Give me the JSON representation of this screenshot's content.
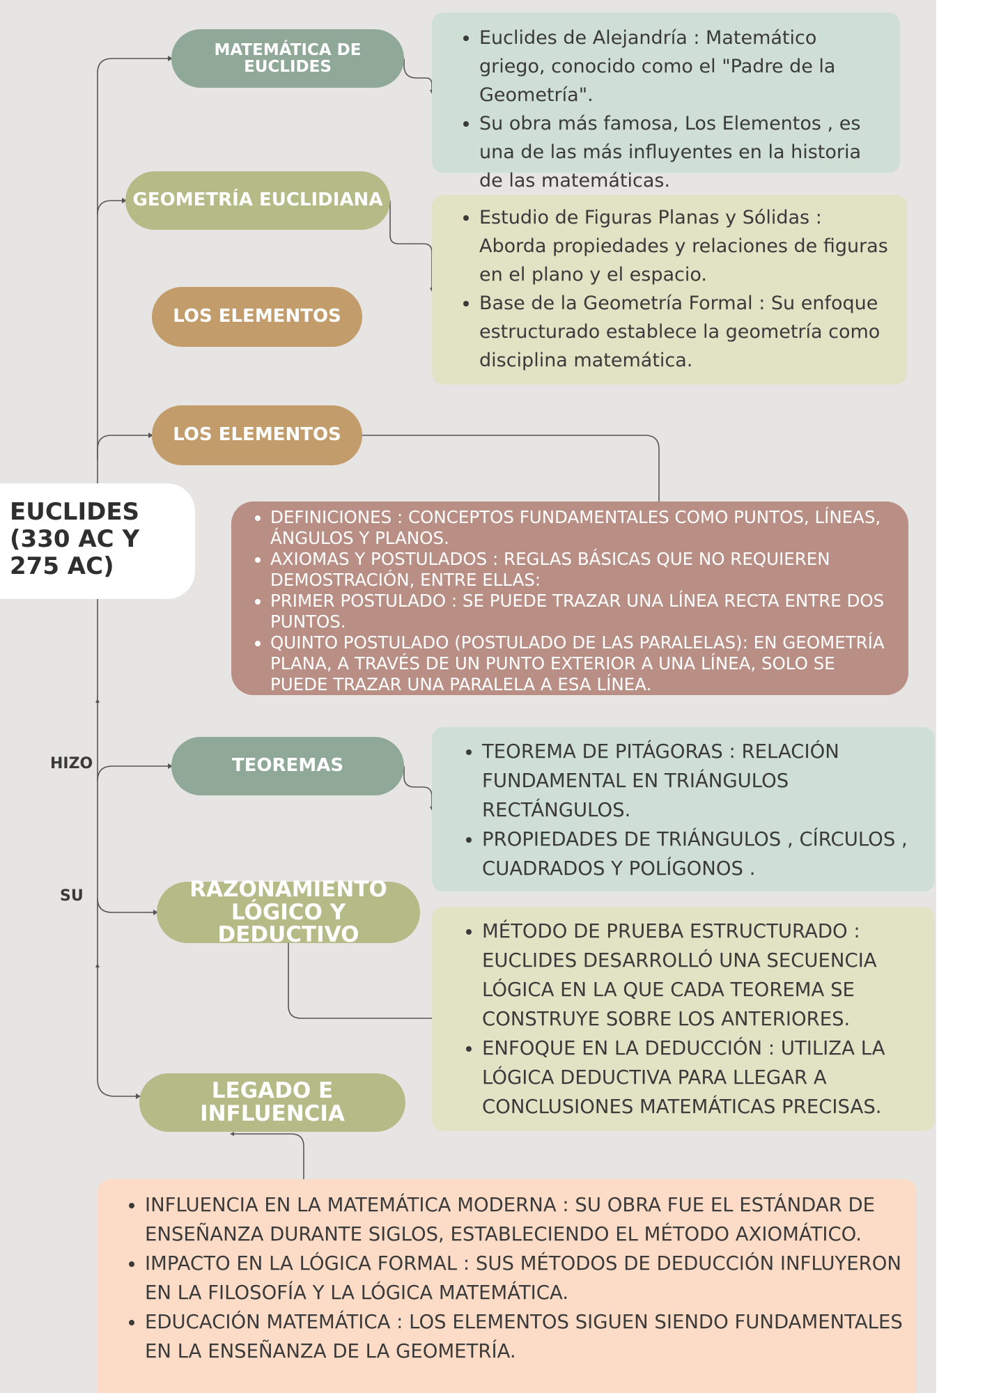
{
  "central": {
    "lines": [
      "EUCLIDES",
      "(330 AC Y",
      " 275 AC)"
    ]
  },
  "connector_labels": {
    "hizo": "HIZO",
    "su": "SU"
  },
  "nodes": {
    "matematica": [
      "MATEMÁTICA DE",
      "EUCLIDES"
    ],
    "geometria": [
      "GEOMETRÍA EUCLIDIANA"
    ],
    "elementos_1": [
      "LOS ELEMENTOS"
    ],
    "elementos_2": [
      "LOS ELEMENTOS"
    ],
    "teoremas": [
      "TEOREMAS"
    ],
    "razonamiento": [
      "RAZONAMIENTO",
      "LÓGICO Y DEDUCTIVO"
    ],
    "legado": [
      "LEGADO E",
      "INFLUENCIA"
    ]
  },
  "boxes": {
    "matematica": [
      "Euclides de Alejandría : Matemático griego, conocido como el \"Padre de la Geometría\".",
      "Su obra más famosa, Los Elementos , es una de las más influyentes en la historia de las matemáticas."
    ],
    "geometria": [
      "Estudio de Figuras Planas y Sólidas : Aborda propiedades y relaciones de figuras en el plano y el espacio.",
      "Base de la Geometría Formal : Su enfoque estructurado establece la geometría como disciplina matemática."
    ],
    "elementos": [
      "DEFINICIONES : CONCEPTOS FUNDAMENTALES COMO PUNTOS, LÍNEAS, ÁNGULOS Y PLANOS.",
      "AXIOMAS Y POSTULADOS : REGLAS BÁSICAS QUE NO REQUIEREN DEMOSTRACIÓN, ENTRE ELLAS:",
      "PRIMER POSTULADO : SE PUEDE TRAZAR UNA LÍNEA RECTA ENTRE DOS PUNTOS.",
      "QUINTO POSTULADO (POSTULADO DE LAS PARALELAS): EN GEOMETRÍA PLANA, A TRAVÉS DE UN PUNTO EXTERIOR A UNA LÍNEA, SOLO SE PUEDE TRAZAR UNA PARALELA A ESA LÍNEA."
    ],
    "teoremas": [
      "TEOREMA DE PITÁGORAS : RELACIÓN FUNDAMENTAL EN TRIÁNGULOS RECTÁNGULOS.",
      "PROPIEDADES DE TRIÁNGULOS , CÍRCULOS , CUADRADOS Y POLÍGONOS ."
    ],
    "razonamiento": [
      "MÉTODO DE PRUEBA ESTRUCTURADO : EUCLIDES DESARROLLÓ UNA SECUENCIA LÓGICA EN LA QUE CADA TEOREMA SE CONSTRUYE SOBRE LOS ANTERIORES.",
      "ENFOQUE EN LA DEDUCCIÓN : UTILIZA LA LÓGICA DEDUCTIVA PARA LLEGAR A CONCLUSIONES MATEMÁTICAS PRECISAS."
    ],
    "legado": [
      "INFLUENCIA EN LA MATEMÁTICA MODERNA : SU OBRA FUE EL ESTÁNDAR DE ENSEÑANZA DURANTE SIGLOS, ESTABLECIENDO EL MÉTODO AXIOMÁTICO.",
      "IMPACTO EN LA LÓGICA FORMAL : SUS MÉTODOS DE DEDUCCIÓN INFLUYERON EN LA FILOSOFÍA Y LA LÓGICA MATEMÁTICA.",
      "EDUCACIÓN MATEMÁTICA : LOS ELEMENTOS SIGUEN SIENDO FUNDAMENTALES EN LA ENSEÑANZA DE LA GEOMETRÍA."
    ]
  },
  "colors": {
    "background": "#e6e5e3",
    "node_green": "#8fa898",
    "node_olive": "#b5bb87",
    "node_tan": "#c39c6b",
    "box_mint": "#cfdfd6",
    "box_lime": "#e2e2c5",
    "box_rose": "#b98f85",
    "box_peach": "#fcdcc7",
    "line": "#555555"
  }
}
